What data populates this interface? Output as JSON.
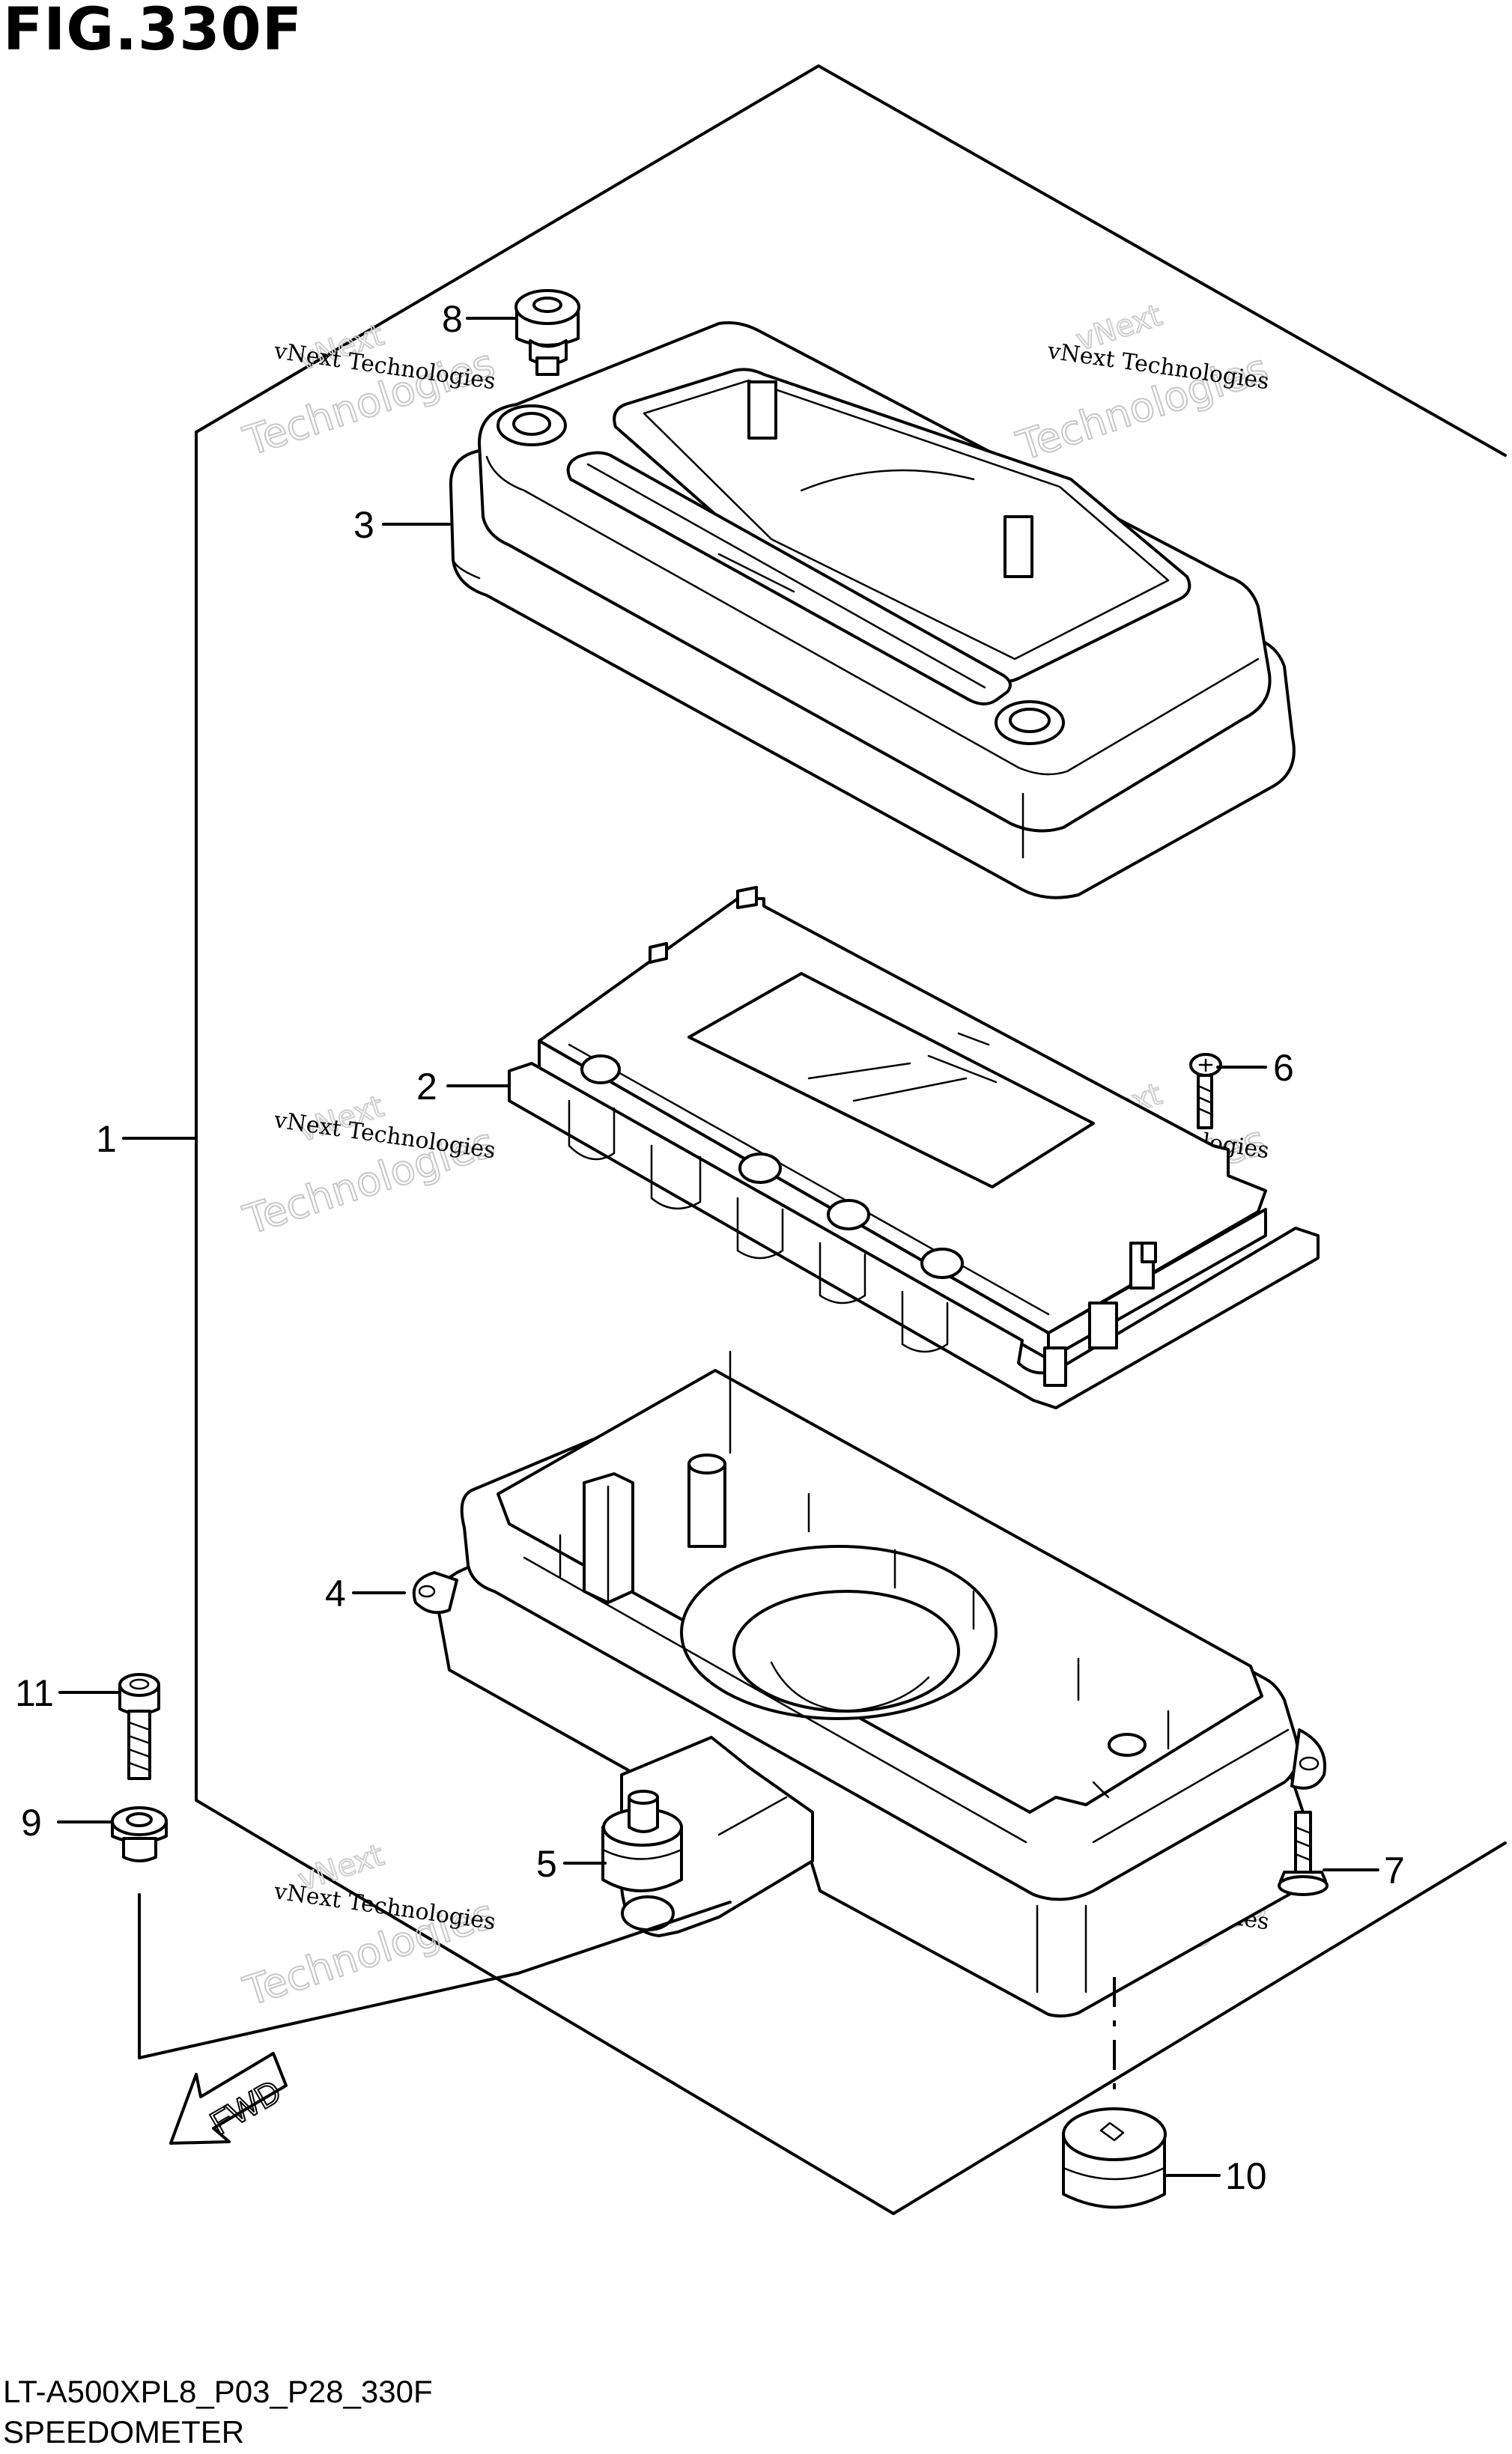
{
  "figure": {
    "title": "FIG.330F",
    "code": "LT-A500XPL8_P03_P28_330F",
    "name": "SPEEDOMETER"
  },
  "parts": [
    {
      "number": "1"
    },
    {
      "number": "2"
    },
    {
      "number": "3"
    },
    {
      "number": "4"
    },
    {
      "number": "5"
    },
    {
      "number": "6"
    },
    {
      "number": "7"
    },
    {
      "number": "8"
    },
    {
      "number": "9"
    },
    {
      "number": "10"
    },
    {
      "number": "11"
    }
  ],
  "direction_arrow": {
    "label": "FWD"
  },
  "watermark": {
    "line1": "vNext Technologies",
    "line2": "vNext",
    "line3": "Technologies"
  }
}
